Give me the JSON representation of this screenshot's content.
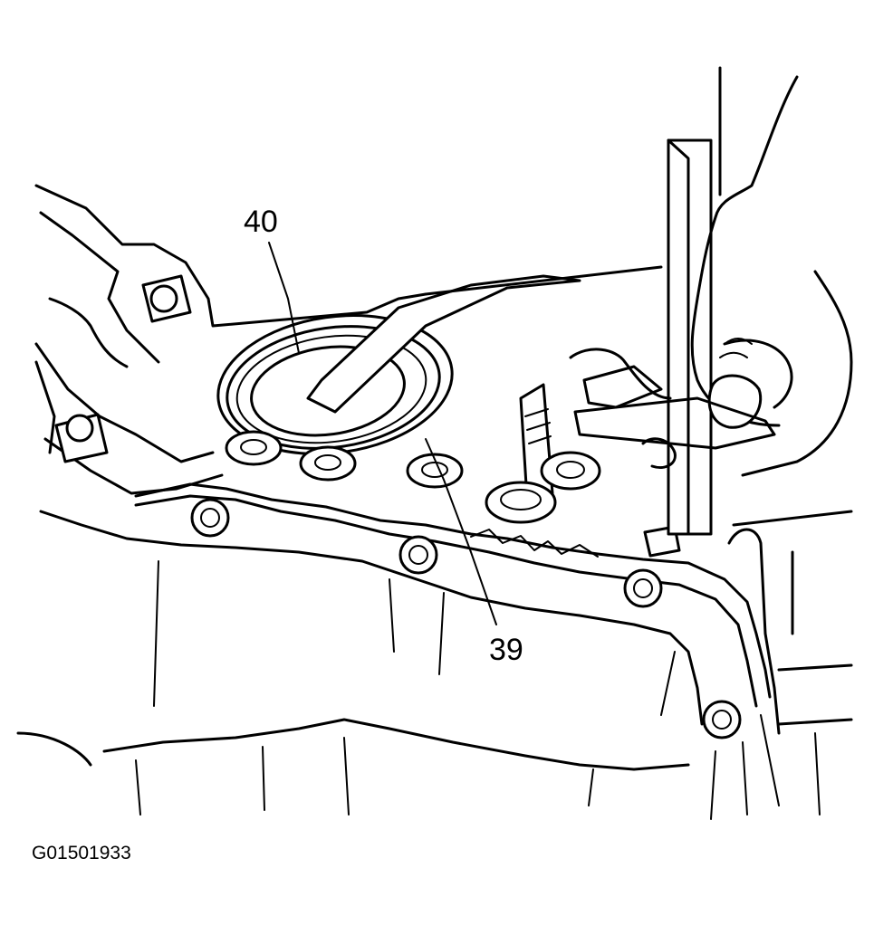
{
  "callouts": {
    "seal": "40",
    "seal_seat": "39"
  },
  "figure_id": "G01501933",
  "icons": [
    "transmission-housing",
    "seal-removal-tool",
    "hand",
    "bolt"
  ]
}
